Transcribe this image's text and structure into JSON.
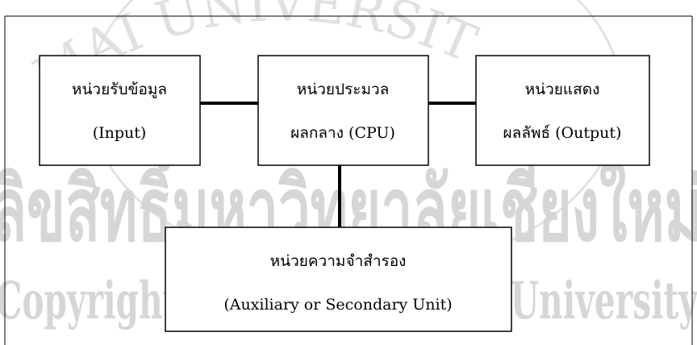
{
  "watermark": {
    "arc_text": "MAI UNIVERSITY",
    "thai_text": "ลิขสิทธิ์มหาวิทยาลัยเชียงใหม่",
    "copyright_text": "Copyright © by Chiang Mai University",
    "color": "#d6d6d6"
  },
  "diagram": {
    "nodes": {
      "input": {
        "line1": "หน่วยรับข้อมูล",
        "line2": "(Input)"
      },
      "cpu": {
        "line1": "หน่วยประมวล",
        "line2": "ผลกลาง (CPU)"
      },
      "output": {
        "line1": "หน่วยแสดง",
        "line2": "ผลลัพธ์ (Output)"
      },
      "storage": {
        "line1": "หน่วยความจำสำรอง",
        "line2": "(Auxiliary or Secondary Unit)"
      }
    },
    "edges": [
      {
        "from": "input",
        "to": "cpu"
      },
      {
        "from": "cpu",
        "to": "output"
      },
      {
        "from": "cpu",
        "to": "storage"
      }
    ],
    "colors": {
      "box_border": "#000000",
      "connector": "#000000",
      "text": "#000000"
    }
  }
}
